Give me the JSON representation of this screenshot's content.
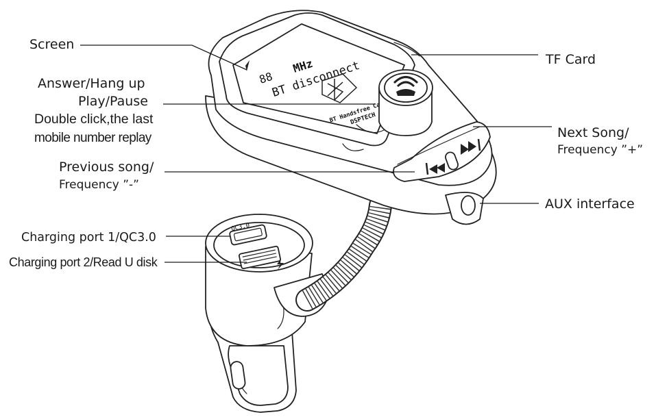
{
  "labels": {
    "screen": "Screen",
    "tf_card": "TF Card",
    "answer_line1": "Answer/Hang up",
    "answer_line2": "Play/Pause",
    "answer_line3": "Double click,the last",
    "answer_line4": "mobile number replay",
    "next_line1": "Next Song/",
    "next_line2": "Frequency ”+”",
    "prev_line1": "Previous song/",
    "prev_line2": "Frequency ”-”",
    "aux": "AUX interface",
    "charging1": "Charging port 1/QC3.0",
    "charging2": "Charging port 2/Read U disk"
  },
  "device_text": {
    "lcd_number": "88",
    "lcd_unit": "MHz",
    "lcd_status": "BT disconnect",
    "brand_line1": "BT Handsfree Car Kit",
    "brand_line2": "DSPTECH",
    "port_marking": "QC3.0"
  }
}
